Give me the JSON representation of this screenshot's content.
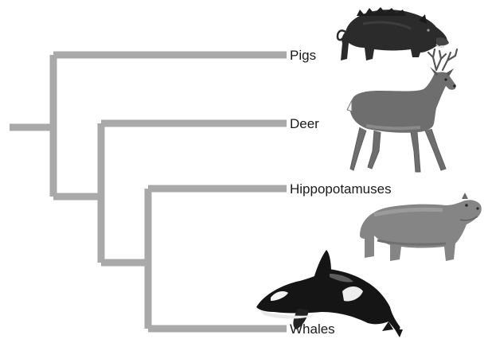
{
  "tree": {
    "taxa": [
      {
        "id": "pigs",
        "label": "Pigs",
        "icon": "boar-icon"
      },
      {
        "id": "deer",
        "label": "Deer",
        "icon": "deer-icon"
      },
      {
        "id": "hippos",
        "label": "Hippopotamuses",
        "icon": "hippo-icon"
      },
      {
        "id": "whales",
        "label": "Whales",
        "icon": "orca-icon"
      }
    ],
    "colors": {
      "branch": "#a9a9a9",
      "label": "#1a1a1a"
    }
  }
}
